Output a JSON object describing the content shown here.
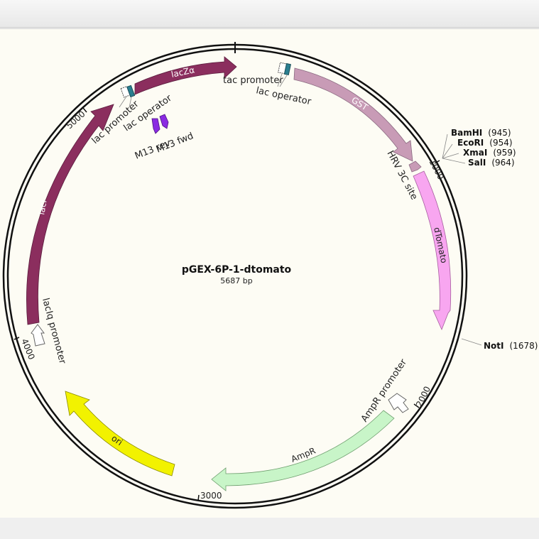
{
  "plasmid": {
    "name": "pGEX-6P-1-dtomato",
    "length_label": "5687 bp"
  },
  "ticks": [
    "1000",
    "2000",
    "3000",
    "4000",
    "5000"
  ],
  "features": [
    {
      "id": "lacz",
      "label": "lacZα",
      "color": "#8b2e5e"
    },
    {
      "id": "laci",
      "label": "lacI",
      "color": "#8b2e5e"
    },
    {
      "id": "gst",
      "label": "GST",
      "color": "#c89bb6"
    },
    {
      "id": "dtomato",
      "label": "dTomato",
      "color": "#f8a6f0"
    },
    {
      "id": "ampr",
      "label": "AmpR",
      "color": "#c8f5c8"
    },
    {
      "id": "ori",
      "label": "ori",
      "color": "#f2f200"
    },
    {
      "id": "hrv",
      "label": "HRV 3C site",
      "color": "#c89bb6"
    }
  ],
  "small_labels": {
    "tac_promoter_1": "tac promoter",
    "lac_operator_1": "lac operator",
    "lac_promoter": "lac promoter",
    "lac_operator_2": "lac operator",
    "m13_rev": "M13 rev",
    "m13_fwd": "M13 fwd",
    "laciq_promoter": "lacIq promoter",
    "ampr_promoter": "AmpR promoter"
  },
  "sites": [
    {
      "name": "BamHI",
      "pos": "(945)"
    },
    {
      "name": "EcoRI",
      "pos": "(954)"
    },
    {
      "name": "XmaI",
      "pos": "(959)"
    },
    {
      "name": "SalI",
      "pos": "(964)"
    },
    {
      "name": "NotI",
      "pos": "(1678)"
    }
  ]
}
